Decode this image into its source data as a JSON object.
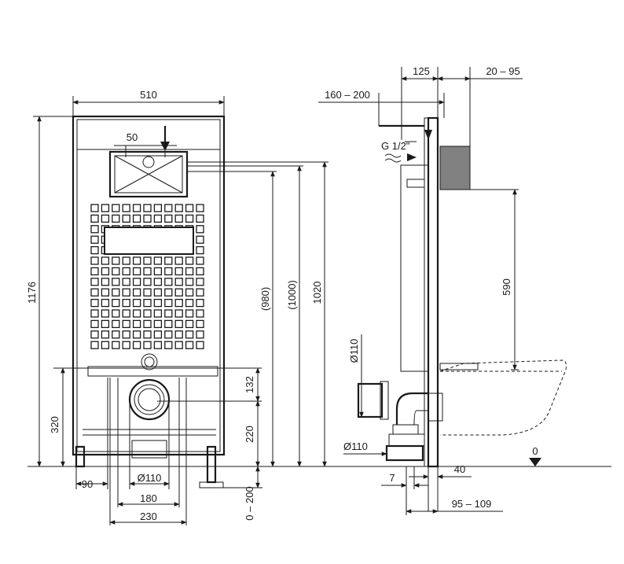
{
  "front_view": {
    "width_total": "510",
    "height_total": "1176",
    "offset_top": "50",
    "dim_980": "(980)",
    "dim_1000": "(1000)",
    "dim_1020": "1020",
    "dim_132": "132",
    "dim_220": "220",
    "dim_320": "320",
    "dim_0_200": "0 – 200",
    "dim_90": "90",
    "dim_d110": "Ø110",
    "dim_180": "180",
    "dim_230": "230"
  },
  "side_view": {
    "dim_125": "125",
    "dim_20_95": "20 – 95",
    "dim_160_200": "160 – 200",
    "thread": "G 1/2\"",
    "dim_590": "590",
    "pipe_d110_top": "Ø110",
    "pipe_d110_bottom": "Ø110",
    "floor_level": "0",
    "dim_7": "7",
    "dim_40": "40",
    "dim_95_109": "95 – 109"
  }
}
